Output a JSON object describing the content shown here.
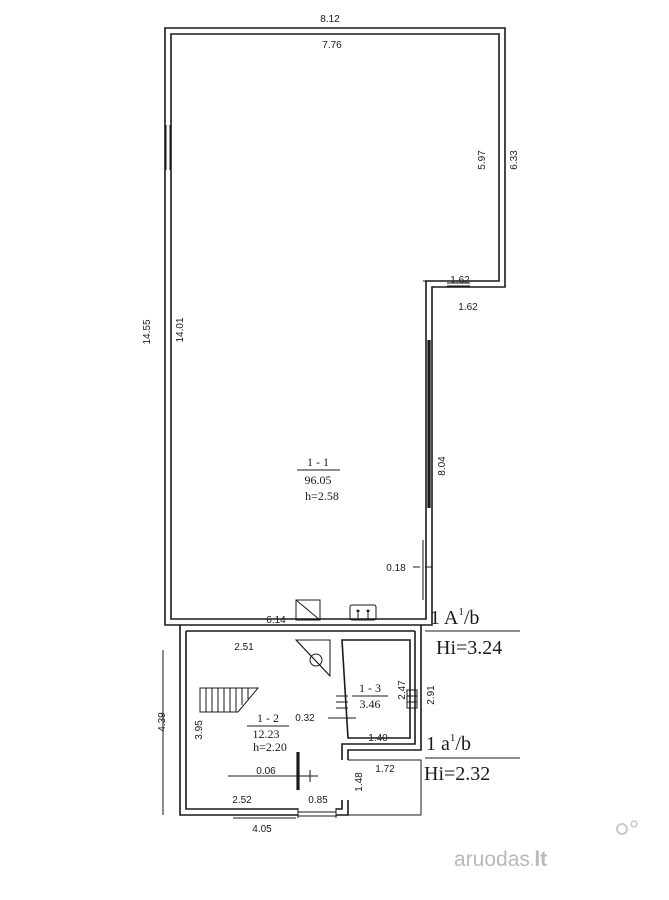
{
  "dimensions": {
    "outer_top": "8.12",
    "inner_top": "7.76",
    "right_upper_outer": "6.33",
    "right_upper_inner": "5.97",
    "step_outer": "1.62",
    "step_inner": "1.62",
    "left_outer": "14.55",
    "left_inner": "14.01",
    "right_lower": "8.04",
    "wall_thickness": "0.18",
    "bottom_wall_main": "6.14",
    "annex_top": "2.51",
    "annex_left_outer": "4.39",
    "annex_left_inner": "3.95",
    "corridor_width": "0.32",
    "closet_height": "2.47",
    "closet_outer": "2.91",
    "closet_width": "1.40",
    "partition": "0.06",
    "entry_outer": "1.72",
    "entry_height": "1.48",
    "annex_bottom_left": "2.52",
    "door_width": "0.85",
    "annex_bottom_outer": "4.05"
  },
  "rooms": [
    {
      "id": "1 - 1",
      "area": "96.05",
      "height": "h=2.58"
    },
    {
      "id": "1 - 2",
      "area": "12.23",
      "height": "h=2.20"
    },
    {
      "id": "1 - 3",
      "area": "3.46"
    }
  ],
  "floor_labels": [
    {
      "code": "1 A",
      "sup": "1",
      "suffix": "/b",
      "height": "Hi=3.24"
    },
    {
      "code": "1 a",
      "sup": "1",
      "suffix": "/b",
      "height": "Hi=2.32"
    }
  ],
  "watermark": {
    "brand": "aruodas",
    "tld": "lt"
  }
}
